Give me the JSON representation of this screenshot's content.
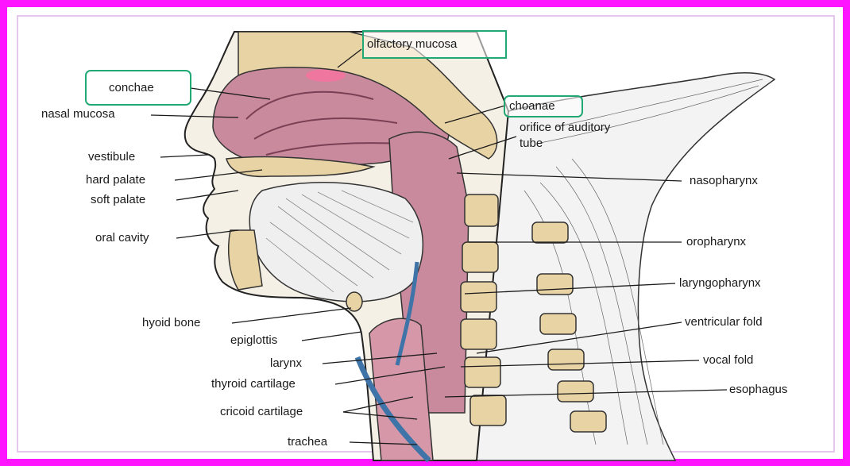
{
  "diagram": {
    "labels": {
      "olfactory_mucosa": "olfactory mucosa",
      "conchae": "conchae",
      "nasal_mucosa": "nasal mucosa",
      "choanae": "choanae",
      "orifice_of_auditory_tube": "orifice of auditory tube",
      "vestibule": "vestibule",
      "hard_palate": "hard palate",
      "soft_palate": "soft palate",
      "nasopharynx": "nasopharynx",
      "oral_cavity": "oral cavity",
      "oropharynx": "oropharynx",
      "laryngopharynx": "laryngopharynx",
      "hyoid_bone": "hyoid bone",
      "ventricular_fold": "ventricular fold",
      "epiglottis": "epiglottis",
      "larynx": "larynx",
      "vocal_fold": "vocal fold",
      "thyroid_cartilage": "thyroid cartilage",
      "esophagus": "esophagus",
      "cricoid_cartilage": "cricoid cartilage",
      "trachea": "trachea"
    },
    "highlighted": [
      "olfactory mucosa",
      "conchae",
      "choanae"
    ],
    "colors": {
      "frame": "#ff14ff",
      "highlight_box": "#22a874",
      "mucosa": "#c98a9e",
      "bone": "#e8d3a4",
      "vessel": "#3f74a8"
    }
  }
}
